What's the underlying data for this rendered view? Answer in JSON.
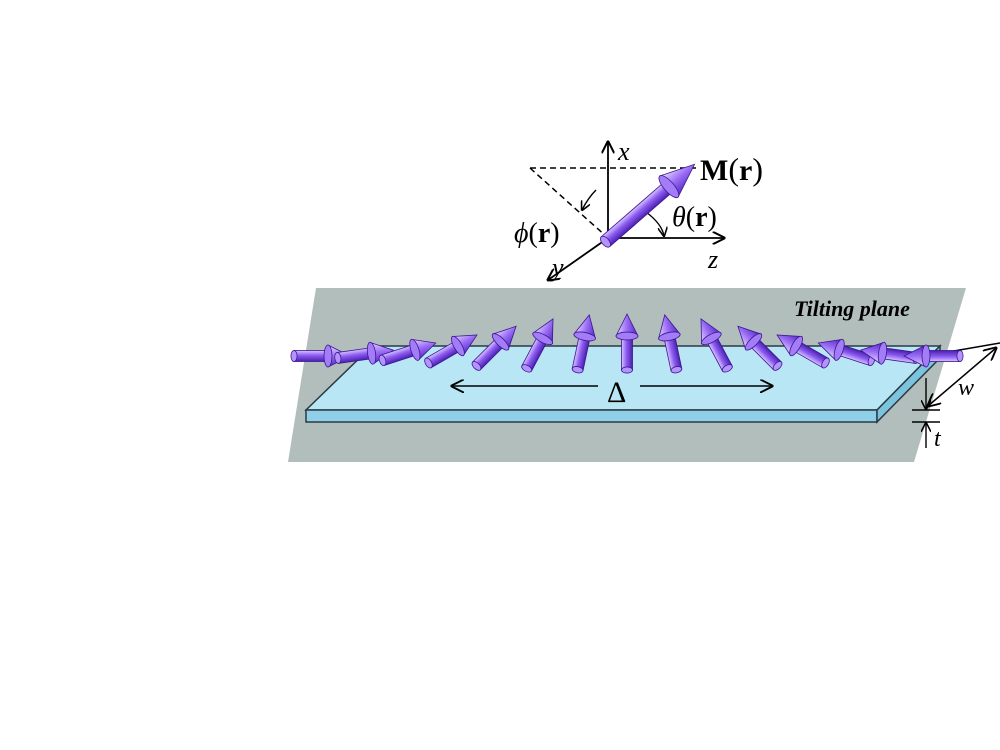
{
  "plane_label": "Tilting plane",
  "width_label": "w",
  "thickness_label": "t",
  "wall_width_label": "Δ",
  "axes": {
    "x_label": "x",
    "y_label": "y",
    "z_label": "z"
  },
  "magnetization": {
    "bold": "M",
    "arg": "r"
  },
  "theta_label": {
    "symbol": "θ",
    "arg": "r"
  },
  "phi_label": {
    "symbol": "ϕ",
    "arg": "r"
  },
  "colors": {
    "plane": "#b2bebb",
    "strip_top": "#b9e6f4",
    "strip_side": "#8fd0e8",
    "arrow_light": "#c8a8ff",
    "arrow_mid": "#8c5cf0",
    "arrow_dark": "#4a1fb0"
  },
  "arrow_tilts_deg": [
    0,
    8,
    18,
    30,
    45,
    62,
    78,
    90,
    102,
    118,
    135,
    150,
    162,
    172,
    180
  ]
}
